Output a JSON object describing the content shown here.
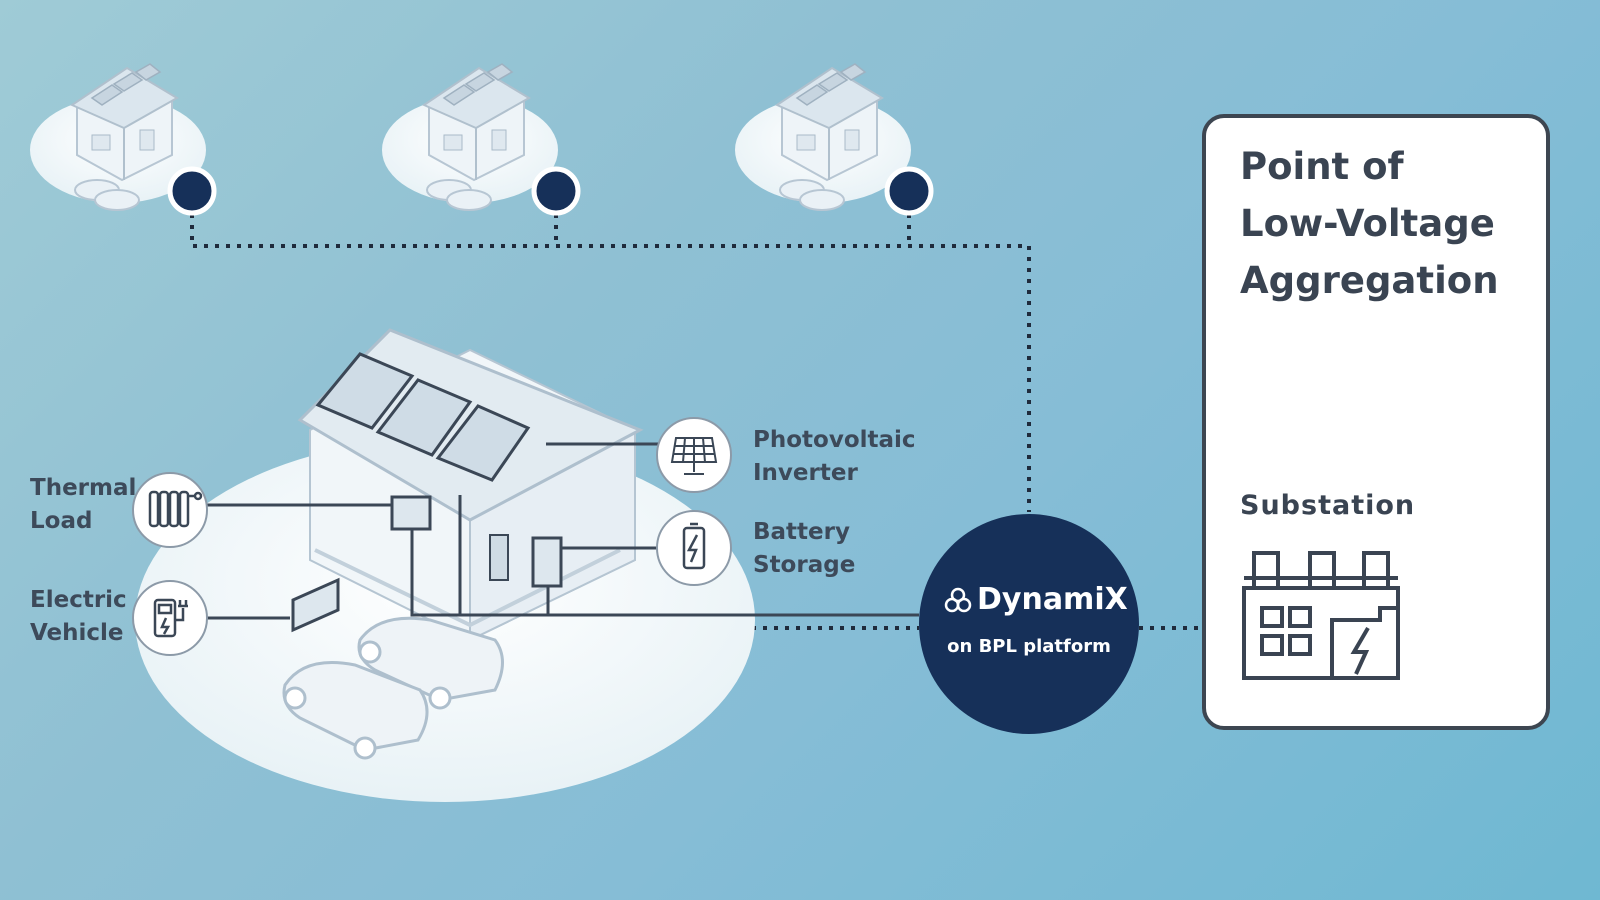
{
  "labels": {
    "thermal_load": [
      "Thermal",
      "Load"
    ],
    "electric_vehicle": [
      "Electric",
      "Vehicle"
    ],
    "photovoltaic_inverter": [
      "Photovoltaic",
      "Inverter"
    ],
    "battery_storage": [
      "Battery",
      "Storage"
    ]
  },
  "dynamix": {
    "name": "DynamiX",
    "subtitle": "on BPL platform"
  },
  "aggregation_panel": {
    "title": [
      "Point of",
      "Low-Voltage",
      "Aggregation"
    ],
    "substation": "Substation"
  },
  "colors": {
    "navy": "#163059",
    "line": "#1f2b3c",
    "panel_border": "#3d4651"
  },
  "icons": [
    "house-icon",
    "solar-panel-icon",
    "battery-icon",
    "radiator-icon",
    "ev-charger-icon",
    "substation-icon",
    "dynamix-logo-icon"
  ]
}
